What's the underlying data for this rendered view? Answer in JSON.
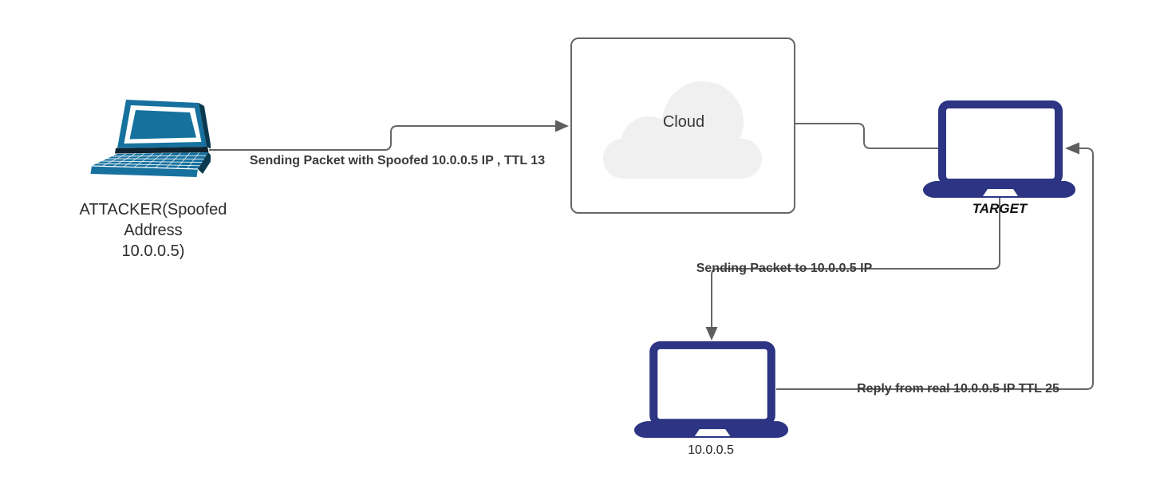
{
  "colors": {
    "attacker_laptop_teal": "#16719e",
    "attacker_laptop_dark": "#0b3950",
    "modern_laptop_navy": "#2d3483",
    "connector_line": "#666666",
    "arrowhead": "#5e5e5e",
    "cloud_fill": "#f0f0f0",
    "box_border": "#666666",
    "label_text": "#3b3b3b"
  },
  "nodes": {
    "attacker": {
      "label_lines": [
        "ATTACKER(Spoofed",
        "Address",
        "10.0.0.5)"
      ]
    },
    "cloud": {
      "label": "Cloud"
    },
    "target": {
      "label": "TARGET"
    },
    "real_host": {
      "label": "10.0.0.5"
    }
  },
  "edges": {
    "attacker_to_cloud": {
      "label": "Sending Packet with Spoofed 10.0.0.5 IP , TTL 13"
    },
    "target_to_real": {
      "label": "Sending Packet to 10.0.0.5 IP"
    },
    "real_to_target": {
      "label": "Reply from real 10.0.0.5 IP TTL 25"
    }
  }
}
